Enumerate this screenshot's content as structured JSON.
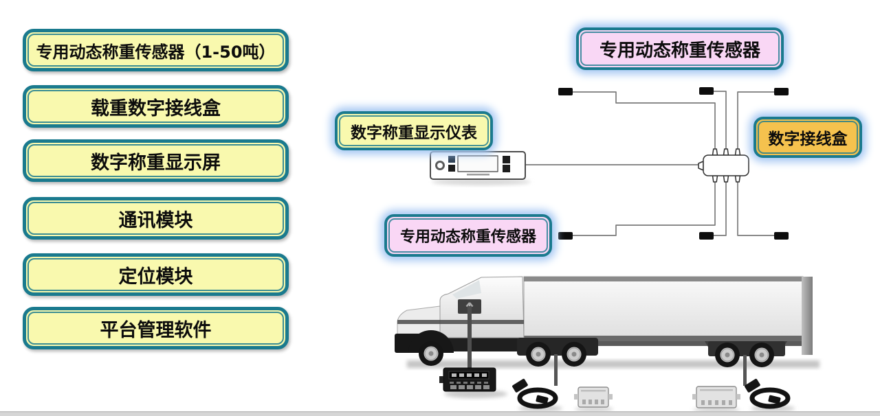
{
  "colors": {
    "teal": "#1a7a8e",
    "yellow": "#f9f9ae",
    "pink": "#f9d7f5",
    "orange": "#f5c24e",
    "glow": "#a6c8f3",
    "wire": "#7a7a7a",
    "ink": "#111111"
  },
  "sidebar": {
    "items": [
      {
        "label": "专用动态称重传感器（1-50吨）"
      },
      {
        "label": "载重数字接线盒"
      },
      {
        "label": "数字称重显示屏"
      },
      {
        "label": "通讯模块"
      },
      {
        "label": "定位模块"
      },
      {
        "label": "平台管理软件"
      }
    ]
  },
  "diagram": {
    "tags": {
      "sensor_top": {
        "label": "专用动态称重传感器"
      },
      "indicator": {
        "label": "数字称重显示仪表"
      },
      "junction_box": {
        "label": "数字接线盒"
      },
      "sensor_bottom": {
        "label": "专用动态称重传感器"
      }
    }
  }
}
